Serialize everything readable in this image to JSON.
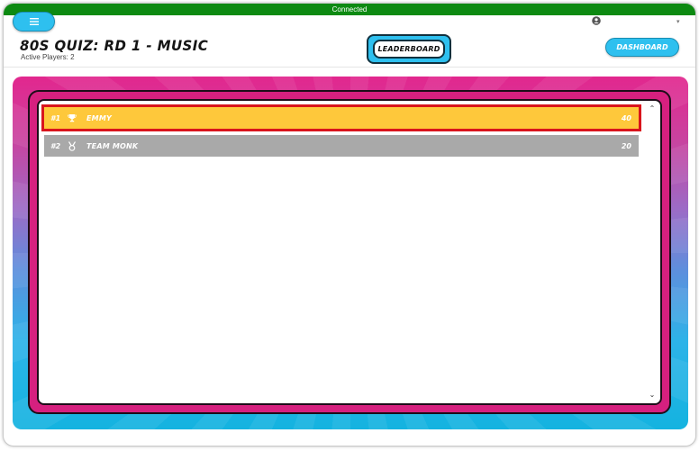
{
  "status": {
    "text": "Connected",
    "color": "#0d8a12"
  },
  "header": {
    "title": "80S QUIZ: RD 1 - MUSIC",
    "subtitle": "Active Players: 2",
    "leaderboard_label": "LEADERBOARD",
    "dashboard_label": "DASHBOARD",
    "menu_icon": "hamburger-icon",
    "account_icon": "user-circle-icon"
  },
  "colors": {
    "accent": "#2ec0ef",
    "panel": "#d6207f",
    "first_place": "#fec83b",
    "other_place": "#a9a9a9",
    "highlight": "#d9141c"
  },
  "leaderboard": {
    "rows": [
      {
        "rank": "#1",
        "icon": "trophy-icon",
        "name": "EMMY",
        "score": "40"
      },
      {
        "rank": "#2",
        "icon": "medal-icon",
        "name": "TEAM MONK",
        "score": "20"
      }
    ]
  }
}
